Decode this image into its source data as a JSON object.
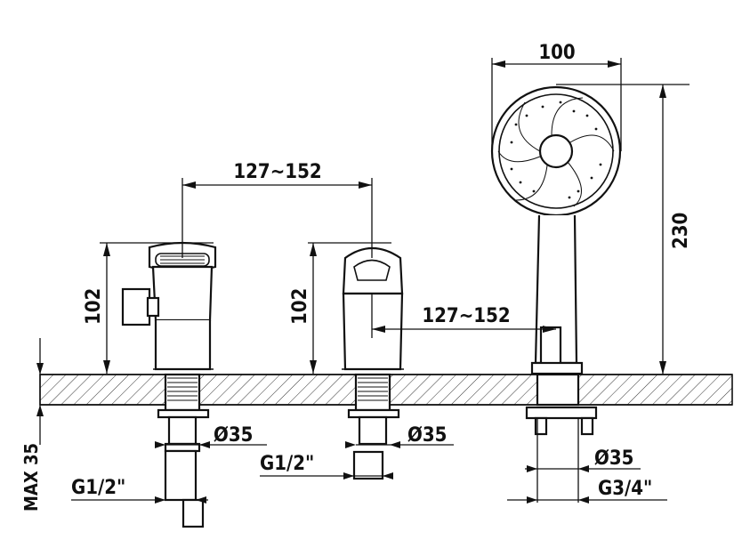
{
  "dimensions": {
    "spout_spacing_top": "127~152",
    "spout_spacing_mid": "127~152",
    "height_left": "102",
    "height_mid": "102",
    "shower_width": "100",
    "shower_height": "230",
    "max_thickness": "MAX 35",
    "dia_left": "Ø35",
    "dia_mid": "Ø35",
    "dia_right": "Ø35",
    "thread_left": "G1/2\"",
    "thread_mid": "G1/2\"",
    "thread_right": "G3/4\""
  }
}
